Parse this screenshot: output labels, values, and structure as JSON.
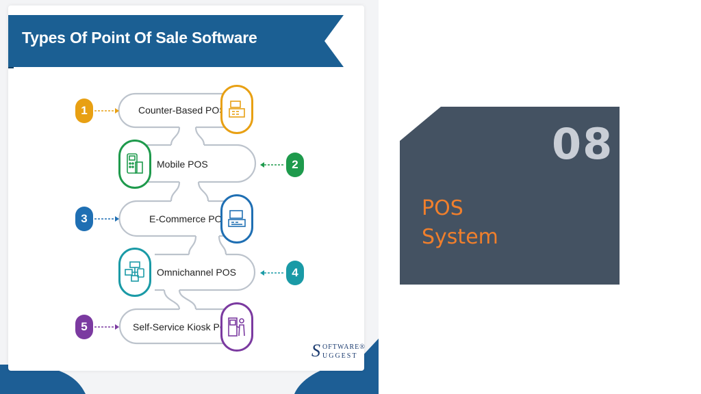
{
  "infographic": {
    "title": "Types Of Point Of Sale Software",
    "items": [
      {
        "number": "1",
        "label": "Counter-Based POS",
        "color": "#e8a013",
        "icon": "cash-register-icon"
      },
      {
        "number": "2",
        "label": "Mobile POS",
        "color": "#1e9a4c",
        "icon": "card-terminal-icon"
      },
      {
        "number": "3",
        "label": "E-Commerce POS",
        "color": "#1f6fb3",
        "icon": "pos-terminal-icon"
      },
      {
        "number": "4",
        "label": "Omnichannel POS",
        "color": "#1a9aa6",
        "icon": "omnichannel-devices-icon"
      },
      {
        "number": "5",
        "label": "Self-Service Kiosk POS",
        "color": "#7b3aa0",
        "icon": "kiosk-user-icon"
      }
    ],
    "brand": {
      "s": "S",
      "line1": "OFTWARE®",
      "line2": "UGGEST"
    },
    "colors": {
      "banner": "#1b5f93",
      "track": "#bcc3cc",
      "wave": "#1d5e95"
    }
  },
  "panel": {
    "number": "08",
    "title_line1": "POS",
    "title_line2": "System",
    "colors": {
      "background": "#445262",
      "number": "#c9ced6",
      "title": "#f07f2c"
    }
  }
}
